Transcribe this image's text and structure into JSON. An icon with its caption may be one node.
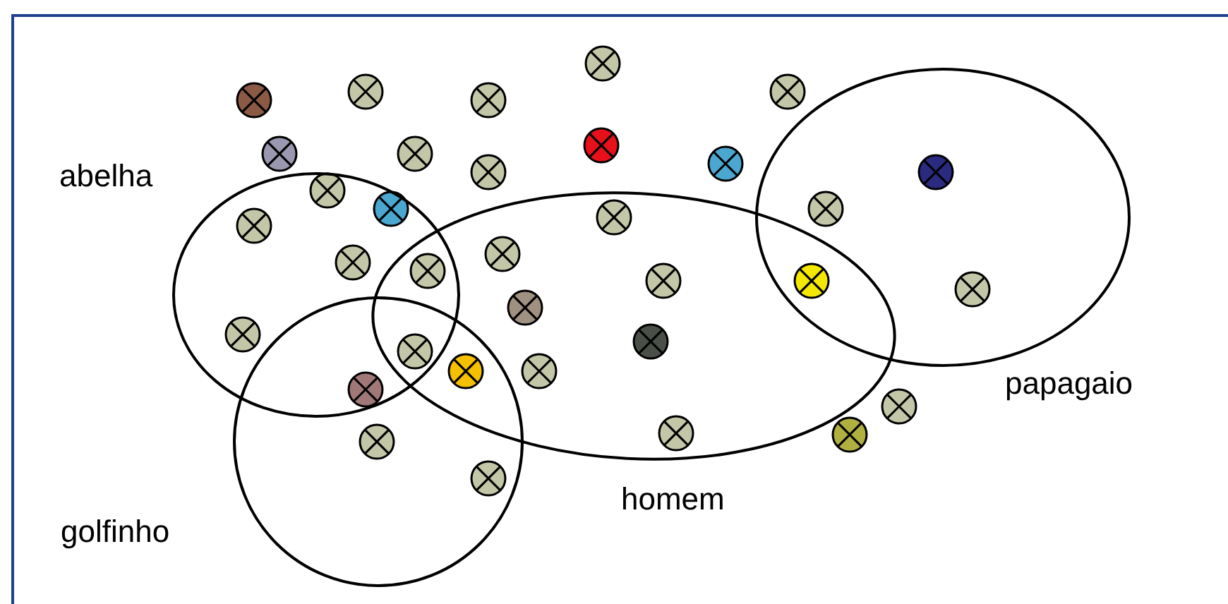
{
  "diagram": {
    "nodes": [
      {
        "text": [
          "abelha"
        ]
      },
      {
        "text": [
          "homem"
        ]
      },
      {
        "text": [
          "papagaio"
        ]
      },
      {
        "text": [
          "golfinho"
        ]
      }
    ],
    "edges": []
  }
}
